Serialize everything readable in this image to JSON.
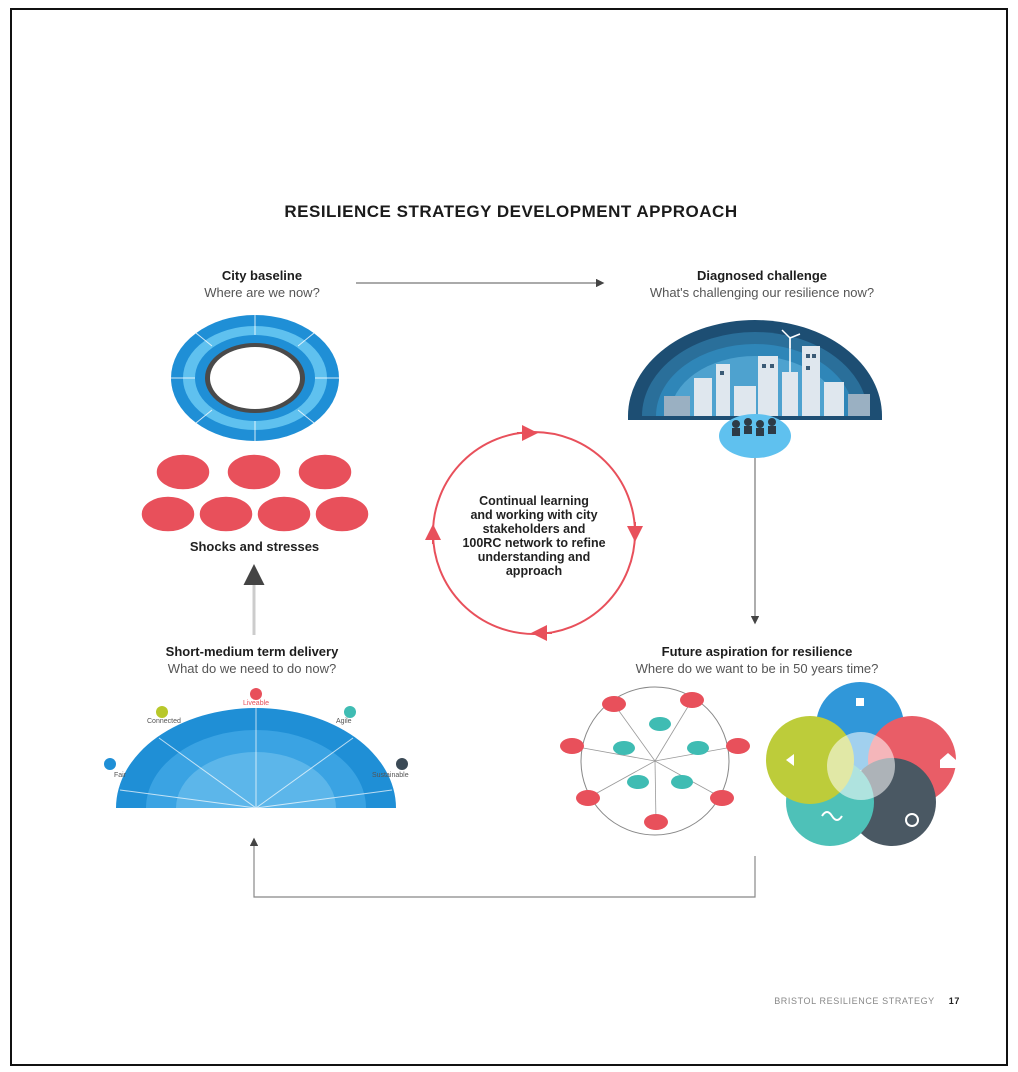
{
  "title": "RESILIENCE STRATEGY DEVELOPMENT APPROACH",
  "stages": {
    "city_baseline": {
      "heading": "City baseline",
      "subheading": "Where are we now?"
    },
    "diagnosed_challenge": {
      "heading": "Diagnosed challenge",
      "subheading": "What's challenging our resilience now?"
    },
    "future_aspiration": {
      "heading": "Future aspiration for resilience",
      "subheading": "Where do we want to be in 50 years time?"
    },
    "short_medium_delivery": {
      "heading": "Short-medium term delivery",
      "subheading": "What do we need to do now?"
    }
  },
  "shocks_label": "Shocks and stresses",
  "cycle_text": [
    "Continual learning",
    "and working with city",
    "stakeholders and",
    "100RC network to refine",
    "understanding and",
    "approach"
  ],
  "semicircle_labels": {
    "top": "Liveable",
    "left_upper": "Connected",
    "right_upper": "Agile",
    "left_lower": "Fair",
    "right_lower": "Sustainable"
  },
  "colors": {
    "blue": "#1f8fd6",
    "light_blue": "#5fc1ef",
    "dark_blue": "#1d4e73",
    "red": "#e8505b",
    "teal": "#3fbcb3",
    "lime": "#b8c82a",
    "slate": "#3b4a56",
    "arrow": "#555555"
  },
  "footer": {
    "publication": "BRISTOL RESILIENCE STRATEGY",
    "page_number": "17"
  }
}
